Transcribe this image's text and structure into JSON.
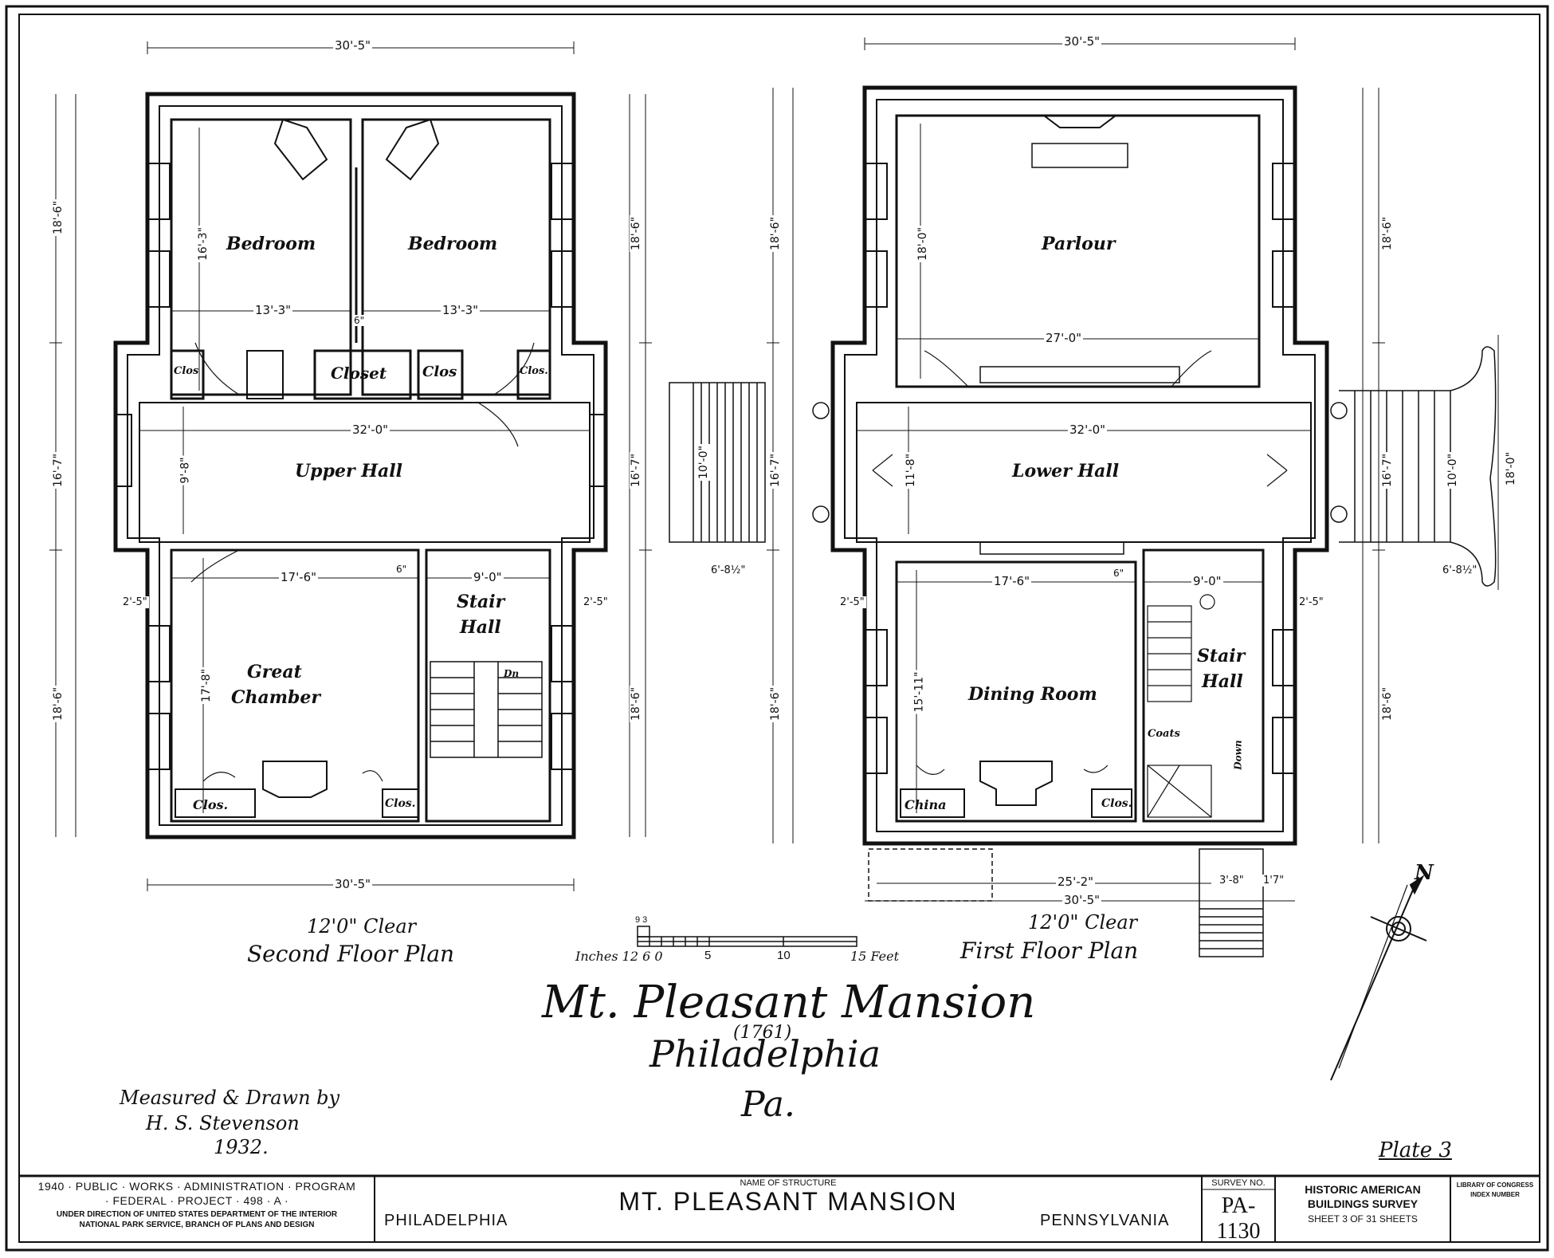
{
  "second_floor": {
    "title": "Second Floor Plan",
    "clear": "12'0\" Clear",
    "rooms": {
      "bedroom_left": "Bedroom",
      "bedroom_right": "Bedroom",
      "closet": "Closet",
      "clos_a": "Clos",
      "clos_b": "Clos.",
      "clos_c": "Clos",
      "upper_hall": "Upper Hall",
      "stair_hall_1": "Stair",
      "stair_hall_2": "Hall",
      "great_chamber_1": "Great",
      "great_chamber_2": "Chamber",
      "clos_d": "Clos.",
      "clos_e": "Clos.",
      "down": "Dn"
    },
    "dims": {
      "top": "30'-5\"",
      "bottom": "30'-5\"",
      "hall_width": "32'-0\"",
      "bed_l": "13'-3\"",
      "bed_r": "13'-3\"",
      "partition": "6\"",
      "gc_width": "17'-6\"",
      "gc_part": "6\"",
      "stair_width": "9'-0\"",
      "side_l": "2'-5\"",
      "side_r": "2'-5\"",
      "left_outer_top": "18'-6\"",
      "left_outer_mid": "16'-7\"",
      "left_outer_bot": "18'-6\"",
      "right_outer_top": "18'-6\"",
      "right_outer_mid": "16'-7\"",
      "right_outer_bot": "18'-6\"",
      "bed_height": "16'-3\"",
      "hall_height": "9'-8\"",
      "gc_height": "17'-8\""
    }
  },
  "first_floor": {
    "title": "First Floor Plan",
    "clear": "12'0\" Clear",
    "rooms": {
      "parlour": "Parlour",
      "lower_hall": "Lower Hall",
      "dining_room": "Dining Room",
      "stair_hall_1": "Stair",
      "stair_hall_2": "Hall",
      "china": "China",
      "clos": "Clos.",
      "coats": "Coats",
      "down": "Down"
    },
    "dims": {
      "top": "30'-5\"",
      "parlour_width": "27'-0\"",
      "hall_width": "32'-0\"",
      "dining_width": "17'-6\"",
      "dining_part": "6\"",
      "stair_width": "9'-0\"",
      "bottom_inner": "25'-2\"",
      "bottom_outer": "30'-5\"",
      "porch_a": "3'-8\"",
      "porch_b": "1'7\"",
      "side_l": "2'-5\"",
      "side_r": "2'-5\"",
      "steps_l": "6'-8½\"",
      "steps_r": "6'-8½\"",
      "stoop_l": "10'-0\"",
      "stoop_r": "10'-0\"",
      "stoop_outer": "18'-0\"",
      "parlour_height": "18'-0\"",
      "hall_height": "11'-8\"",
      "dining_height": "15'-11\"",
      "left_outer_top": "18'-6\"",
      "left_outer_mid": "16'-7\"",
      "left_outer_bot": "18'-6\"",
      "right_outer_top": "18'-6\"",
      "right_outer_mid": "16'-7\"",
      "right_outer_bot": "18'-6\""
    }
  },
  "scale": {
    "inches_label": "Inches 12 6 0",
    "ticks": [
      "5",
      "10",
      "15 Feet"
    ],
    "top_marks": "9 3"
  },
  "north_label": "N",
  "main_title": {
    "line1": "Mt. Pleasant Mansion",
    "year": "(1761)",
    "line2": "Philadelphia",
    "line3": "Pa."
  },
  "credit": {
    "line1": "Measured & Drawn by",
    "line2": "H. S. Stevenson",
    "line3": "1932."
  },
  "plate": "Plate 3",
  "title_block": {
    "program_l1": "1940 · PUBLIC · WORKS · ADMINISTRATION · PROGRAM",
    "program_l2": "· FEDERAL · PROJECT · 498 · A ·",
    "program_l3": "UNDER DIRECTION OF UNITED STATES DEPARTMENT OF THE INTERIOR",
    "program_l4": "NATIONAL PARK SERVICE, BRANCH OF PLANS AND DESIGN",
    "name_caption": "NAME OF STRUCTURE",
    "structure": "MT. PLEASANT MANSION",
    "city": "PHILADELPHIA",
    "state": "PENNSYLVANIA",
    "survey_caption": "SURVEY NO.",
    "survey_no": "PA-1130",
    "habs_l1": "HISTORIC AMERICAN",
    "habs_l2": "BUILDINGS SURVEY",
    "sheet": "SHEET 3 OF 31 SHEETS",
    "loc_l1": "LIBRARY OF CONGRESS",
    "loc_l2": "INDEX NUMBER"
  }
}
